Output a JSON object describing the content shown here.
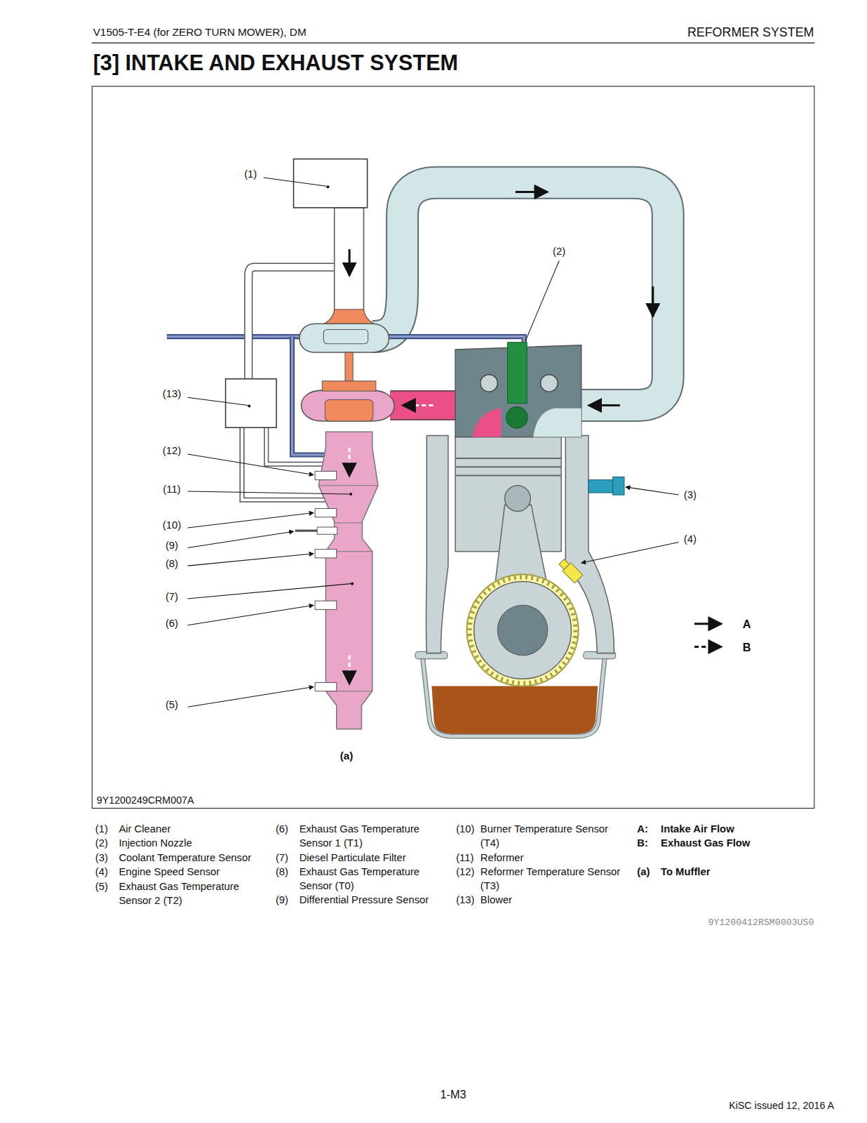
{
  "diagram": {
    "title": "[3] INTAKE AND EXHAUST SYSTEM",
    "labels": [
      "V1505-T-E4 (for ZERO TURN MOWER), DM",
      "REFORMER SYSTEM",
      "(1)",
      "(2)",
      "(13)",
      "(12)",
      "(11)",
      "(3)",
      "(10)",
      "(9)",
      "(4)",
      "(8)",
      "(7)",
      "(6)",
      "(5)",
      "(a)",
      "9Y1200249CRM007A",
      "(1)",
      "Air Cleaner",
      "(6)",
      "Exhaust Gas Temperature Sensor 1 (T1)",
      "(10)",
      "Burner Temperature Sensor (T4)",
      "A:",
      "Intake Air Flow",
      "(2)",
      "Injection Nozzle",
      "B:",
      "Exhaust Gas Flow",
      "(3)",
      "Coolant Temperature Sensor",
      "(7)",
      "Diesel Particulate Filter",
      "(11)",
      "Reformer",
      "(4)",
      "Engine Speed Sensor",
      "(8)",
      "Exhaust Gas Temperature Sensor (T0)",
      "(12)",
      "Reformer Temperature Sensor (T3)",
      "(a)",
      "To Muffler",
      "(5)",
      "Exhaust Gas Temperature Sensor 2 (T2)",
      "(9)",
      "Differential Pressure Sensor",
      "(13)",
      "Blower",
      "9Y1200412RSM0003US0",
      "1-M3",
      "KiSC issued 12, 2016 A"
    ],
    "legend": [
      {
        "text": "A"
      },
      {
        "text": "B"
      }
    ]
  }
}
